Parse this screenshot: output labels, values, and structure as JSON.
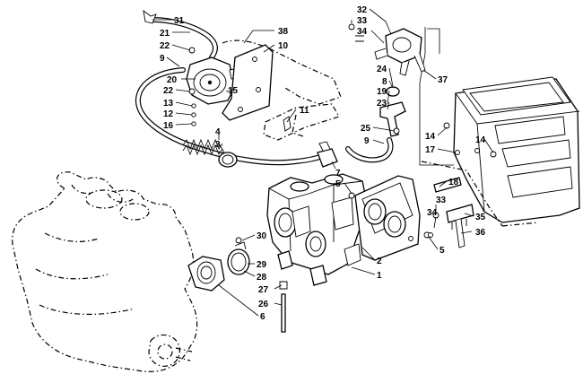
{
  "callouts": [
    {
      "id": "c31",
      "label": "31"
    },
    {
      "id": "c21",
      "label": "21"
    },
    {
      "id": "c22a",
      "label": "22"
    },
    {
      "id": "c9a",
      "label": "9"
    },
    {
      "id": "c20",
      "label": "20"
    },
    {
      "id": "c22b",
      "label": "22"
    },
    {
      "id": "c15",
      "label": "15"
    },
    {
      "id": "c13",
      "label": "13"
    },
    {
      "id": "c12",
      "label": "12"
    },
    {
      "id": "c16",
      "label": "16"
    },
    {
      "id": "c38",
      "label": "38"
    },
    {
      "id": "c10",
      "label": "10"
    },
    {
      "id": "c11",
      "label": "11"
    },
    {
      "id": "c4",
      "label": "4"
    },
    {
      "id": "c3",
      "label": "3"
    },
    {
      "id": "c32",
      "label": "32"
    },
    {
      "id": "c33a",
      "label": "33"
    },
    {
      "id": "c34a",
      "label": "34"
    },
    {
      "id": "c37",
      "label": "37"
    },
    {
      "id": "c24",
      "label": "24"
    },
    {
      "id": "c8",
      "label": "8"
    },
    {
      "id": "c19",
      "label": "19"
    },
    {
      "id": "c23",
      "label": "23"
    },
    {
      "id": "c25",
      "label": "25"
    },
    {
      "id": "c9b",
      "label": "9"
    },
    {
      "id": "c14a",
      "label": "14"
    },
    {
      "id": "c14b",
      "label": "14"
    },
    {
      "id": "c17",
      "label": "17"
    },
    {
      "id": "c7",
      "label": "7"
    },
    {
      "id": "c5a",
      "label": "5"
    },
    {
      "id": "c18",
      "label": "18"
    },
    {
      "id": "c33b",
      "label": "33"
    },
    {
      "id": "c35",
      "label": "35"
    },
    {
      "id": "c34b",
      "label": "34"
    },
    {
      "id": "c36",
      "label": "36"
    },
    {
      "id": "c5b",
      "label": "5"
    },
    {
      "id": "c30",
      "label": "30"
    },
    {
      "id": "c29",
      "label": "29"
    },
    {
      "id": "c28",
      "label": "28"
    },
    {
      "id": "c27",
      "label": "27"
    },
    {
      "id": "c26",
      "label": "26"
    },
    {
      "id": "c6",
      "label": "6"
    },
    {
      "id": "c2",
      "label": "2"
    },
    {
      "id": "c1",
      "label": "1"
    }
  ]
}
